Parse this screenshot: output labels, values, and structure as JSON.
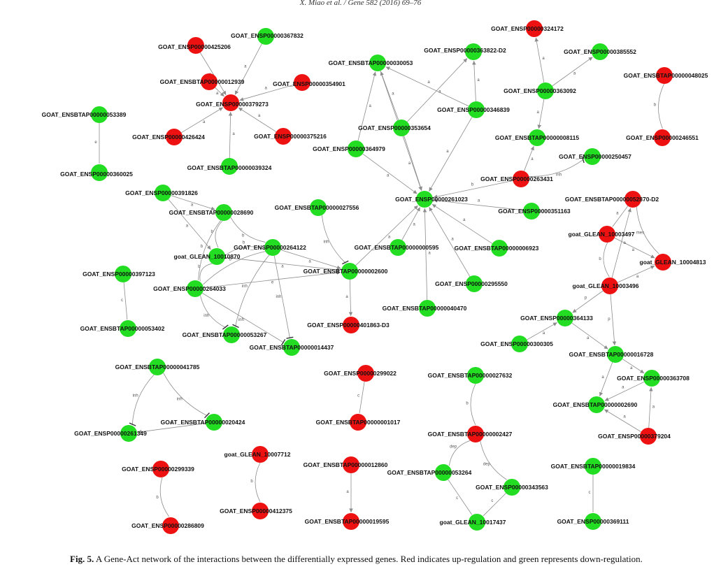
{
  "header": {
    "running_head": "X. Miao et al. / Gene 582 (2016) 69–76"
  },
  "caption": {
    "label": "Fig. 5.",
    "text": " A Gene-Act network of the interactions between the differentially expressed genes. Red indicates up-regulation and green represents down-regulation."
  },
  "colors": {
    "up": "#ee1111",
    "down": "#22dd22",
    "edge": "#8c8c8c"
  },
  "nodes": [
    {
      "id": "n1",
      "label": "GOAT_ENSP00000425206",
      "reg": "up"
    },
    {
      "id": "n2",
      "label": "GOAT_ENSP00000367832",
      "reg": "down"
    },
    {
      "id": "n3",
      "label": "GOAT_ENSBTAP00000012939",
      "reg": "up"
    },
    {
      "id": "n4",
      "label": "GOAT_ENSP00000354901",
      "reg": "up"
    },
    {
      "id": "n5",
      "label": "GOAT_ENSP00000379273",
      "reg": "up"
    },
    {
      "id": "n6",
      "label": "GOAT_ENSBTAP00000053389",
      "reg": "down"
    },
    {
      "id": "n7",
      "label": "GOAT_ENSP00000426424",
      "reg": "up"
    },
    {
      "id": "n8",
      "label": "GOAT_ENSP00000375216",
      "reg": "up"
    },
    {
      "id": "n9",
      "label": "GOAT_ENSBTAP00000039324",
      "reg": "down"
    },
    {
      "id": "n10",
      "label": "GOAT_ENSP00000360025",
      "reg": "down"
    },
    {
      "id": "n11",
      "label": "GOAT_ENSBTAP00000030053",
      "reg": "down"
    },
    {
      "id": "n12",
      "label": "GOAT_ENSP00000363822-D2",
      "reg": "down"
    },
    {
      "id": "n13",
      "label": "GOAT_ENSP00000346839",
      "reg": "down"
    },
    {
      "id": "n14",
      "label": "GOAT_ENSP00000353654",
      "reg": "down"
    },
    {
      "id": "n15",
      "label": "GOAT_ENSP00000364979",
      "reg": "down"
    },
    {
      "id": "n16",
      "label": "GOAT_ENSP00000324172",
      "reg": "up"
    },
    {
      "id": "n17",
      "label": "GOAT_ENSP00000385552",
      "reg": "down"
    },
    {
      "id": "n18",
      "label": "GOAT_ENSP00000363092",
      "reg": "down"
    },
    {
      "id": "n19",
      "label": "GOAT_ENSBTAP00000048025",
      "reg": "up"
    },
    {
      "id": "n20",
      "label": "GOAT_ENSBTAP00000008115",
      "reg": "down"
    },
    {
      "id": "n21",
      "label": "GOAT_ENSP00000246551",
      "reg": "up"
    },
    {
      "id": "n22",
      "label": "GOAT_ENSP00000250457",
      "reg": "down"
    },
    {
      "id": "n23",
      "label": "GOAT_ENSP00000263431",
      "reg": "up"
    },
    {
      "id": "n24",
      "label": "GOAT_ENSP00000261023",
      "reg": "down"
    },
    {
      "id": "n25",
      "label": "GOAT_ENSP00000351163",
      "reg": "down"
    },
    {
      "id": "n26",
      "label": "GOAT_ENSP00000391826",
      "reg": "down"
    },
    {
      "id": "n27",
      "label": "GOAT_ENSBTAP00000028690",
      "reg": "down"
    },
    {
      "id": "n28",
      "label": "GOAT_ENSBTAP00000027556",
      "reg": "down"
    },
    {
      "id": "n29",
      "label": "GOAT_ENSP00000264122",
      "reg": "down"
    },
    {
      "id": "n30",
      "label": "goat_GLEAN_10010870",
      "reg": "down"
    },
    {
      "id": "n31",
      "label": "GOAT_ENSBTAP00000000595",
      "reg": "down"
    },
    {
      "id": "n32",
      "label": "GOAT_ENSBTAP00000006923",
      "reg": "down"
    },
    {
      "id": "n33",
      "label": "GOAT_ENSBTAP00000002600",
      "reg": "down"
    },
    {
      "id": "n34",
      "label": "GOAT_ENSP00000397123",
      "reg": "down"
    },
    {
      "id": "n35",
      "label": "GOAT_ENSP00000264033",
      "reg": "down"
    },
    {
      "id": "n36",
      "label": "GOAT_ENSP00000295550",
      "reg": "down"
    },
    {
      "id": "n37",
      "label": "GOAT_ENSBTAP00000040470",
      "reg": "down"
    },
    {
      "id": "n38",
      "label": "GOAT_ENSP00000401863-D3",
      "reg": "up"
    },
    {
      "id": "n39",
      "label": "GOAT_ENSBTAP00000053402",
      "reg": "down"
    },
    {
      "id": "n40",
      "label": "GOAT_ENSBTAP00000053267",
      "reg": "down"
    },
    {
      "id": "n41",
      "label": "GOAT_ENSBTAP00000014437",
      "reg": "down"
    },
    {
      "id": "n42",
      "label": "GOAT_ENSBTAP00000052870-D2",
      "reg": "up"
    },
    {
      "id": "n43",
      "label": "goat_GLEAN_10003497",
      "reg": "up"
    },
    {
      "id": "n44",
      "label": "goat_GLEAN_10004813",
      "reg": "up"
    },
    {
      "id": "n45",
      "label": "goat_GLEAN_10003496",
      "reg": "up"
    },
    {
      "id": "n46",
      "label": "GOAT_ENSP00000364133",
      "reg": "down"
    },
    {
      "id": "n47",
      "label": "GOAT_ENSP00000300305",
      "reg": "down"
    },
    {
      "id": "n48",
      "label": "GOAT_ENSBTAP00000016728",
      "reg": "down"
    },
    {
      "id": "n49",
      "label": "GOAT_ENSP00000363708",
      "reg": "down"
    },
    {
      "id": "n50",
      "label": "GOAT_ENSBTAP00000002690",
      "reg": "down"
    },
    {
      "id": "n51",
      "label": "GOAT_ENSP00000379204",
      "reg": "up"
    },
    {
      "id": "n52",
      "label": "GOAT_ENSBTAP00000041785",
      "reg": "down"
    },
    {
      "id": "n53",
      "label": "GOAT_ENSBTAP00000020424",
      "reg": "down"
    },
    {
      "id": "n54",
      "label": "GOAT_ENSP00000261349",
      "reg": "down"
    },
    {
      "id": "n55",
      "label": "GOAT_ENSP00000299022",
      "reg": "up"
    },
    {
      "id": "n56",
      "label": "GOAT_ENSBTAP00000001017",
      "reg": "up"
    },
    {
      "id": "n57",
      "label": "GOAT_ENSBTAP00000027632",
      "reg": "down"
    },
    {
      "id": "n58",
      "label": "GOAT_ENSBTAP00000002427",
      "reg": "up"
    },
    {
      "id": "n59",
      "label": "goat_GLEAN_10007712",
      "reg": "up"
    },
    {
      "id": "n60",
      "label": "GOAT_ENSP00000412375",
      "reg": "up"
    },
    {
      "id": "n61",
      "label": "GOAT_ENSBTAP00000012860",
      "reg": "up"
    },
    {
      "id": "n62",
      "label": "GOAT_ENSBTAP00000019595",
      "reg": "up"
    },
    {
      "id": "n63",
      "label": "GOAT_ENSP00000299339",
      "reg": "up"
    },
    {
      "id": "n64",
      "label": "GOAT_ENSP00000286809",
      "reg": "up"
    },
    {
      "id": "n65",
      "label": "GOAT_ENSBTAP00000053264",
      "reg": "down"
    },
    {
      "id": "n66",
      "label": "GOAT_ENSP00000343563",
      "reg": "down"
    },
    {
      "id": "n67",
      "label": "goat_GLEAN_10017437",
      "reg": "down"
    },
    {
      "id": "n68",
      "label": "GOAT_ENSBTAP00000019834",
      "reg": "down"
    },
    {
      "id": "n69",
      "label": "GOAT_ENSP00000369111",
      "reg": "down"
    }
  ],
  "edges": [
    {
      "s": "n1",
      "t": "n5",
      "l": "a",
      "d": 1
    },
    {
      "s": "n2",
      "t": "n5",
      "l": "a",
      "d": 1
    },
    {
      "s": "n3",
      "t": "n5",
      "l": "a",
      "d": 1
    },
    {
      "s": "n4",
      "t": "n5",
      "l": "a",
      "d": 1
    },
    {
      "s": "n7",
      "t": "n5",
      "l": "a",
      "d": 1
    },
    {
      "s": "n8",
      "t": "n5",
      "l": "a",
      "d": 1
    },
    {
      "s": "n9",
      "t": "n5",
      "l": "a",
      "d": 1
    },
    {
      "s": "n6",
      "t": "n10",
      "l": "e",
      "d": 0
    },
    {
      "s": "n15",
      "t": "n11",
      "l": "a",
      "d": 1
    },
    {
      "s": "n14",
      "t": "n11",
      "l": "a",
      "d": 1
    },
    {
      "s": "n13",
      "t": "n11",
      "l": "a",
      "d": 1
    },
    {
      "s": "n14",
      "t": "n12",
      "l": "a",
      "d": 1
    },
    {
      "s": "n13",
      "t": "n12",
      "l": "a",
      "d": 1
    },
    {
      "s": "n11",
      "t": "n24",
      "l": "a",
      "d": 1
    },
    {
      "s": "n14",
      "t": "n24",
      "l": "a",
      "d": 1
    },
    {
      "s": "n15",
      "t": "n24",
      "l": "a",
      "d": 1
    },
    {
      "s": "n13",
      "t": "n24",
      "l": "a",
      "d": 1
    },
    {
      "s": "n23",
      "t": "n24",
      "l": "b",
      "d": 1
    },
    {
      "s": "n25",
      "t": "n24",
      "l": "a",
      "d": 1
    },
    {
      "s": "n31",
      "t": "n24",
      "l": "a",
      "d": 1
    },
    {
      "s": "n32",
      "t": "n24",
      "l": "a",
      "d": 1
    },
    {
      "s": "n33",
      "t": "n24",
      "l": "a",
      "d": 1
    },
    {
      "s": "n36",
      "t": "n24",
      "l": "a",
      "d": 1
    },
    {
      "s": "n37",
      "t": "n24",
      "l": "a",
      "d": 1
    },
    {
      "s": "n18",
      "t": "n16",
      "l": "a",
      "d": 1
    },
    {
      "s": "n18",
      "t": "n17",
      "l": "a",
      "d": 1
    },
    {
      "s": "n18",
      "t": "n20",
      "l": "a",
      "d": 1
    },
    {
      "s": "n19",
      "t": "n21",
      "l": "b",
      "d": 0
    },
    {
      "s": "n23",
      "t": "n20",
      "l": "a",
      "d": 1
    },
    {
      "s": "n23",
      "t": "n22",
      "l": "inh",
      "d": 0
    },
    {
      "s": "n26",
      "t": "n27",
      "l": "a",
      "d": 1
    },
    {
      "s": "n26",
      "t": "n30",
      "l": "a",
      "d": 1
    },
    {
      "s": "n27",
      "t": "n29",
      "l": "b",
      "d": 0
    },
    {
      "s": "n27",
      "t": "n30",
      "l": "b",
      "d": 0
    },
    {
      "s": "n27",
      "t": "n35",
      "l": "b",
      "d": 0
    },
    {
      "s": "n29",
      "t": "n30",
      "l": "b",
      "d": 0
    },
    {
      "s": "n29",
      "t": "n35",
      "l": "b",
      "d": 0
    },
    {
      "s": "n29",
      "t": "n33",
      "l": "a",
      "d": 1
    },
    {
      "s": "n29",
      "t": "n40",
      "l": "inh",
      "d": 0
    },
    {
      "s": "n29",
      "t": "n41",
      "l": "inh",
      "d": 0
    },
    {
      "s": "n30",
      "t": "n35",
      "l": "b",
      "d": 0
    },
    {
      "s": "n30",
      "t": "n33",
      "l": "a",
      "d": 1
    },
    {
      "s": "n35",
      "t": "n33",
      "l": "e",
      "d": 1
    },
    {
      "s": "n35",
      "t": "n40",
      "l": "inh",
      "d": 0
    },
    {
      "s": "n35",
      "t": "n41",
      "l": "inh",
      "d": 0
    },
    {
      "s": "n28",
      "t": "n33",
      "l": "inh",
      "d": 0
    },
    {
      "s": "n34",
      "t": "n39",
      "l": "c",
      "d": 0
    },
    {
      "s": "n33",
      "t": "n38",
      "l": "a",
      "d": 1
    },
    {
      "s": "n42",
      "t": "n43",
      "l": "a",
      "d": 0
    },
    {
      "s": "n42",
      "t": "n44",
      "l": "mes",
      "d": 0
    },
    {
      "s": "n43",
      "t": "n44",
      "l": "a",
      "d": 1
    },
    {
      "s": "n43",
      "t": "n45",
      "l": "b",
      "d": 0
    },
    {
      "s": "n45",
      "t": "n42",
      "l": "a",
      "d": 1
    },
    {
      "s": "n45",
      "t": "n44",
      "l": "a",
      "d": 1
    },
    {
      "s": "n45",
      "t": "n46",
      "l": "p",
      "d": 1
    },
    {
      "s": "n45",
      "t": "n48",
      "l": "p",
      "d": 1
    },
    {
      "s": "n47",
      "t": "n46",
      "l": "a",
      "d": 1
    },
    {
      "s": "n46",
      "t": "n48",
      "l": "a",
      "d": 1
    },
    {
      "s": "n48",
      "t": "n49",
      "l": "a",
      "d": 1
    },
    {
      "s": "n48",
      "t": "n50",
      "l": "a",
      "d": 1
    },
    {
      "s": "n49",
      "t": "n50",
      "l": "a",
      "d": 1
    },
    {
      "s": "n51",
      "t": "n49",
      "l": "a",
      "d": 1
    },
    {
      "s": "n51",
      "t": "n50",
      "l": "a",
      "d": 1
    },
    {
      "s": "n52",
      "t": "n53",
      "l": "inh",
      "d": 0
    },
    {
      "s": "n52",
      "t": "n54",
      "l": "inh",
      "d": 0
    },
    {
      "s": "n53",
      "t": "n54",
      "l": "a",
      "d": 1
    },
    {
      "s": "n55",
      "t": "n56",
      "l": "c",
      "d": 0
    },
    {
      "s": "n57",
      "t": "n58",
      "l": "b",
      "d": 0
    },
    {
      "s": "n58",
      "t": "n65",
      "l": "dep",
      "d": 0
    },
    {
      "s": "n58",
      "t": "n66",
      "l": "dep",
      "d": 0
    },
    {
      "s": "n65",
      "t": "n67",
      "l": "c",
      "d": 0
    },
    {
      "s": "n66",
      "t": "n67",
      "l": "c",
      "d": 0
    },
    {
      "s": "n59",
      "t": "n60",
      "l": "b",
      "d": 0
    },
    {
      "s": "n61",
      "t": "n62",
      "l": "a",
      "d": 1
    },
    {
      "s": "n63",
      "t": "n64",
      "l": "b",
      "d": 0
    },
    {
      "s": "n68",
      "t": "n69",
      "l": "c",
      "d": 0
    }
  ]
}
